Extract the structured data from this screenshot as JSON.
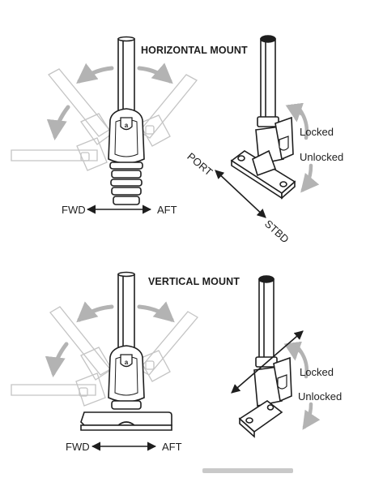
{
  "horizontal": {
    "title": "HORIZONTAL MOUNT",
    "fwd": "FWD",
    "aft": "AFT",
    "port": "PORT",
    "stbd": "STBD",
    "locked": "Locked",
    "unlocked": "Unlocked",
    "badge": "a"
  },
  "vertical": {
    "title": "VERTICAL MOUNT",
    "fwd": "FWD",
    "aft": "AFT",
    "locked": "Locked",
    "unlocked": "Unlocked",
    "badge": "a"
  },
  "colors": {
    "line": "#1e1e1e",
    "ghost": "#c4c4c4",
    "ghost_arrow": "#b3b3b3",
    "scrollbar": "#c9c9c9"
  }
}
